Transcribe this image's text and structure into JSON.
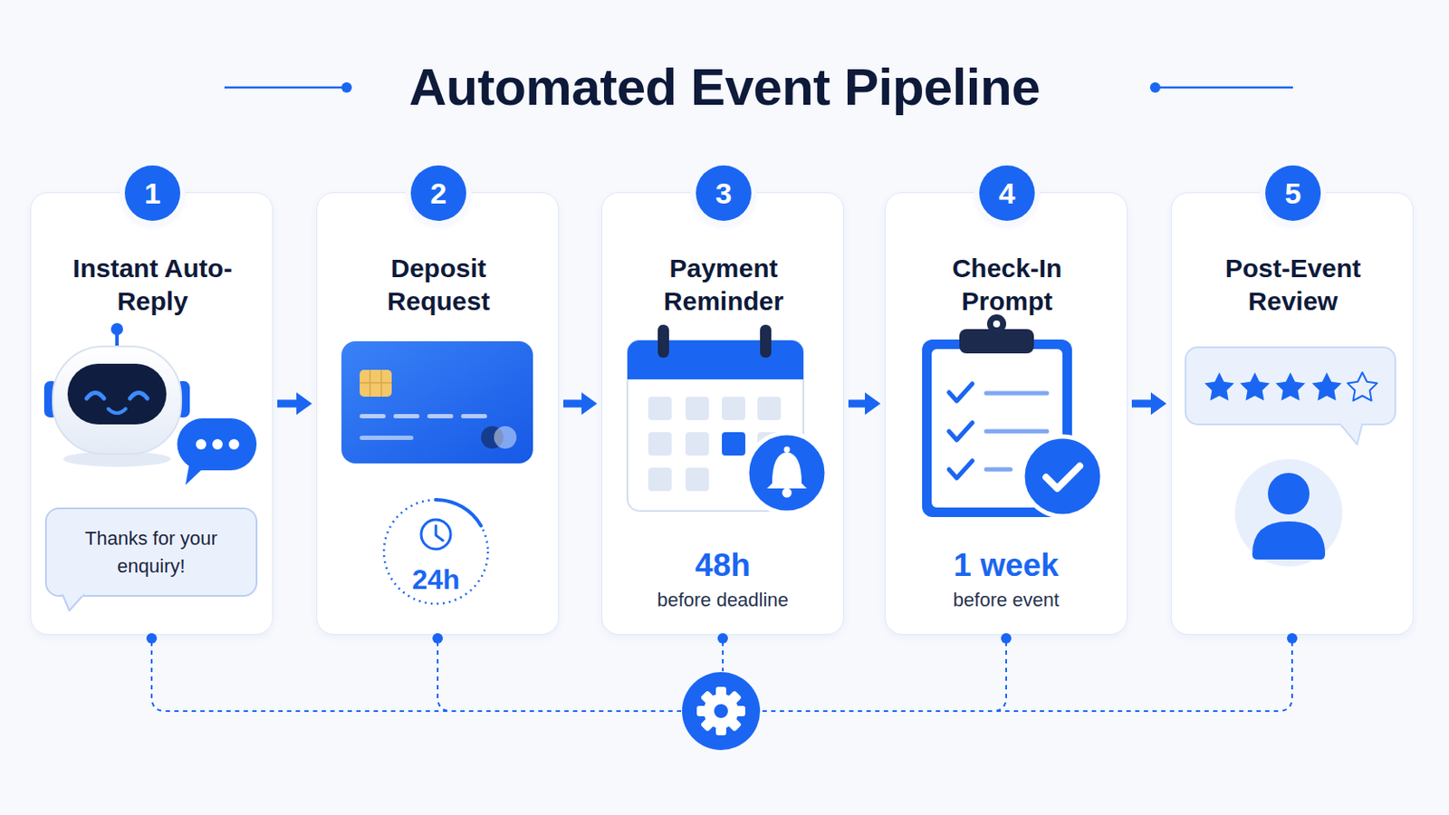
{
  "diagram": {
    "title": "Automated Event Pipeline",
    "nodes": [
      {
        "text": [
          "Instant Auto-Reply"
        ]
      },
      {
        "text": [
          "1"
        ],
        "in": 0
      },
      {
        "text": [
          "Thanks for your enquiry!"
        ],
        "in": 0
      },
      {
        "text": [
          "Deposit Request"
        ]
      },
      {
        "text": [
          "2"
        ],
        "in": 3
      },
      {
        "text": [
          "24h"
        ],
        "in": 3
      },
      {
        "text": [
          "Payment Reminder",
          "48h",
          "before deadline"
        ]
      },
      {
        "text": [
          "3"
        ],
        "in": 6
      },
      {
        "text": [
          "Check-In Prompt",
          "1 week",
          "before event"
        ]
      },
      {
        "text": [
          "4"
        ],
        "in": 8
      },
      {
        "text": [
          "Post-Event Review"
        ]
      },
      {
        "text": [
          "5"
        ],
        "in": 10
      }
    ],
    "edges": [
      {
        "from": 0,
        "to": 3,
        "arrow": "to"
      },
      {
        "from": 3,
        "to": 6,
        "arrow": "to"
      },
      {
        "from": 6,
        "to": 8,
        "arrow": "to"
      },
      {
        "from": 8,
        "to": 10,
        "arrow": "to"
      }
    ]
  }
}
